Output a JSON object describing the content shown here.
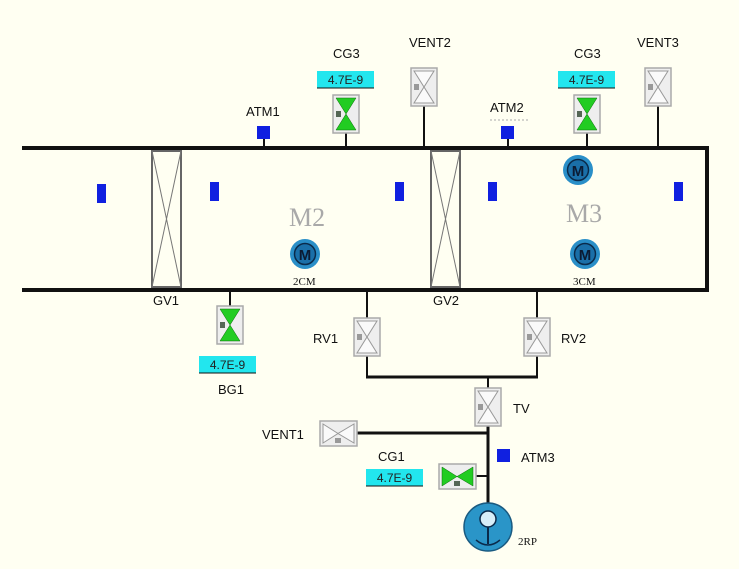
{
  "chambers": {
    "m2": {
      "label": "M2",
      "motor_label": "2CM"
    },
    "m3": {
      "label": "M3",
      "motor_label": "3CM"
    }
  },
  "gates": [
    {
      "id": "gv1",
      "label": "GV1"
    },
    {
      "id": "gv2",
      "label": "GV2"
    }
  ],
  "valves": {
    "vent2": {
      "label": "VENT2"
    },
    "vent3": {
      "label": "VENT3"
    },
    "vent1": {
      "label": "VENT1"
    },
    "rv1": {
      "label": "RV1"
    },
    "rv2": {
      "label": "RV2"
    },
    "tv": {
      "label": "TV"
    }
  },
  "gauges": {
    "cg3_left": {
      "label": "CG3",
      "reading": "4.7E-9"
    },
    "cg3_right": {
      "label": "CG3",
      "reading": "4.7E-9"
    },
    "bg1": {
      "label": "BG1",
      "reading": "4.7E-9"
    },
    "cg1": {
      "label": "CG1",
      "reading": "4.7E-9"
    }
  },
  "atm_sensors": {
    "atm1": {
      "label": "ATM1"
    },
    "atm2": {
      "label": "ATM2"
    },
    "atm3": {
      "label": "ATM3"
    }
  },
  "pump": {
    "label": "2RP"
  },
  "colors": {
    "background": "#fffff2",
    "pipe": "#111111",
    "open_valve": "#22cc22",
    "closed_valve_fill": "#ececec",
    "readout_bg": "#22e6ee",
    "indicator": "#1020e0",
    "motor": "#2a8fc8"
  }
}
